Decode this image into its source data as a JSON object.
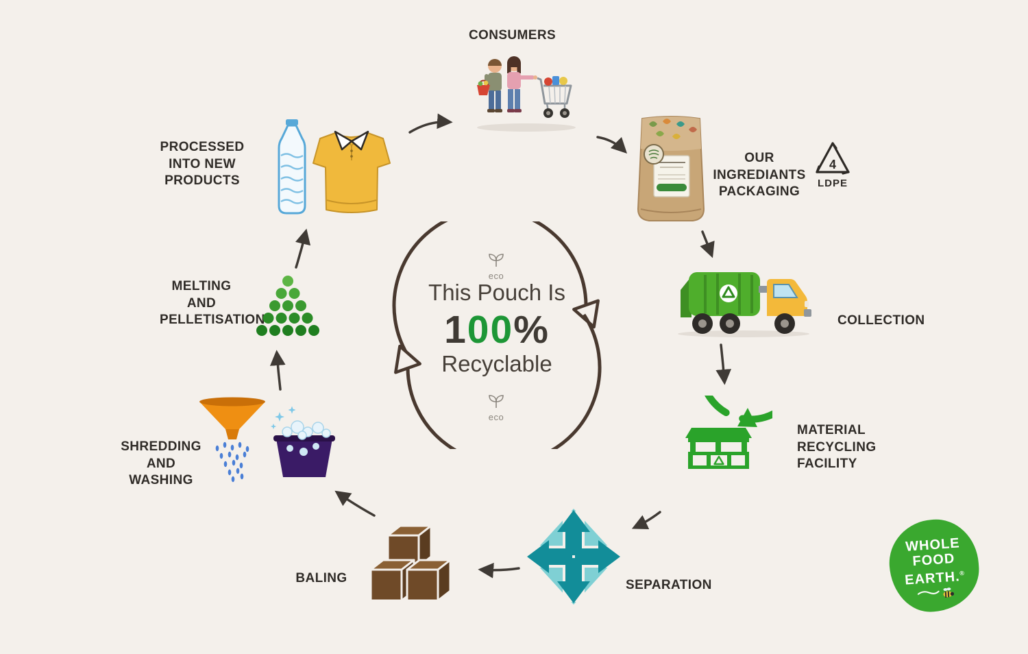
{
  "page": {
    "background": "#f4f0eb"
  },
  "center": {
    "eco_top": "eco",
    "eco_bottom": "eco",
    "line1": "This Pouch Is",
    "pct_pre": "1",
    "pct_zeros": "00",
    "pct_post": "%",
    "line3": "Recyclable"
  },
  "labels": {
    "consumers": "CONSUMERS",
    "packaging": "OUR INGREDIANTS\nPACKAGING",
    "ldpe_number": "4",
    "ldpe_code": "LDPE",
    "collection": "COLLECTION",
    "mrf": "MATERIAL\nRECYCLING\nFACILITY",
    "separation": "SEPARATION",
    "baling": "BALING",
    "shredding": "SHREDDING\nAND WASHING",
    "melting": "MELTING\nAND\nPELLETISATION",
    "processed": "PROCESSED\nINTO NEW PRODUCTS"
  },
  "logo": {
    "line1": "WHOLE",
    "line2": "FOOD",
    "line3": "EARTH.",
    "registered": "®"
  },
  "colors": {
    "accent_green": "#2aa32a",
    "teal": "#128d99",
    "brown": "#6f4a28",
    "orange": "#ef8f12",
    "truck_green": "#4fae2c",
    "cab_yellow": "#f3b93a",
    "logo_green": "#3aa82f",
    "arrow_dark": "#3f3a35",
    "pct_green": "#1d9636"
  }
}
